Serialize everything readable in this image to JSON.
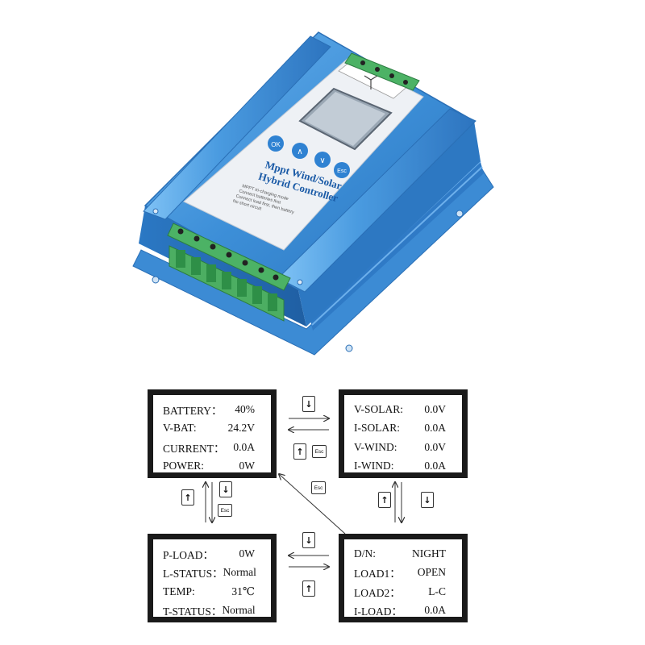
{
  "device": {
    "title_line1": "Mppt Wind/Solar",
    "title_line2": "Hybrid Controller",
    "notes": [
      "MPPT tri-charging mode",
      "Connect batteries first",
      "Connect load first, then battery",
      "No short circuit"
    ],
    "buttons": [
      "OK",
      "∧",
      "∨",
      "Esc"
    ],
    "body_color": "#3f8fd6",
    "panel_color": "#f2f4f7",
    "terminal_color": "#3fa45a"
  },
  "screens": {
    "battery": {
      "rows": [
        {
          "label": "BATTERY：",
          "value": "40%"
        },
        {
          "label": "V-BAT:",
          "value": "24.2V"
        },
        {
          "label": "CURRENT：",
          "value": "0.0A"
        },
        {
          "label": "POWER:",
          "value": "0W"
        }
      ]
    },
    "solar_wind": {
      "rows": [
        {
          "label": "V-SOLAR:",
          "value": "0.0V"
        },
        {
          "label": "I-SOLAR:",
          "value": "0.0A"
        },
        {
          "label": "V-WIND:",
          "value": "0.0V"
        },
        {
          "label": "I-WIND:",
          "value": "0.0A"
        }
      ]
    },
    "load_status": {
      "rows": [
        {
          "label": "P-LOAD：",
          "value": "0W"
        },
        {
          "label": "L-STATUS：",
          "value": "Normal"
        },
        {
          "label": "TEMP:",
          "value": "31℃"
        },
        {
          "label": "T-STATUS：",
          "value": "Normal"
        }
      ]
    },
    "night_load": {
      "rows": [
        {
          "label": "D/N:",
          "value": "NIGHT"
        },
        {
          "label": "LOAD1：",
          "value": "OPEN"
        },
        {
          "label": "LOAD2：",
          "value": "L-C"
        },
        {
          "label": "I-LOAD：",
          "value": "0.0A"
        }
      ]
    }
  },
  "keys": {
    "up_icon": "arrow-up-icon",
    "down_icon": "arrow-down-icon",
    "esc_label": "Esc"
  }
}
